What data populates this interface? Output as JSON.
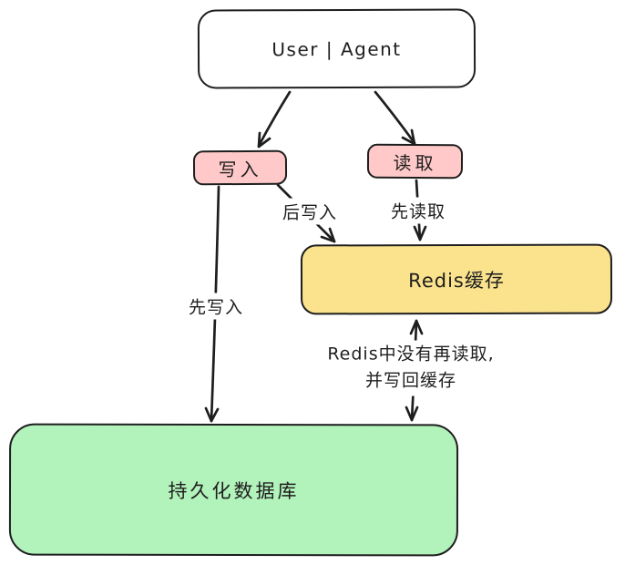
{
  "diagram": {
    "kind": "redis-cache-flowchart",
    "nodes": {
      "user_agent": {
        "label": "User | Agent",
        "fill": "#ffffff"
      },
      "write": {
        "label": "写入",
        "fill": "#ffc9c9"
      },
      "read": {
        "label": "读取",
        "fill": "#ffc9c9"
      },
      "redis_cache": {
        "label": "Redis缓存",
        "fill": "#fbe38e"
      },
      "database": {
        "label": "持久化数据库",
        "fill": "#b2f2bb"
      }
    },
    "edge_labels": {
      "write_db_first": "先写入",
      "write_cache_after": "后写入",
      "read_cache_first": "先读取",
      "cache_miss_line1": "Redis中没有再读取,",
      "cache_miss_line2": "并写回缓存"
    },
    "colors": {
      "stroke": "#1e1e1e",
      "background": "#ffffff",
      "pink": "#ffc9c9",
      "yellow": "#fbe38e",
      "green": "#b2f2bb"
    }
  }
}
